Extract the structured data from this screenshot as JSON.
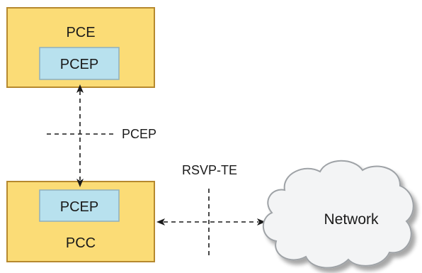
{
  "pce_box": {
    "title": "PCE",
    "inner_label": "PCEP"
  },
  "pcc_box": {
    "title": "PCC",
    "inner_label": "PCEP"
  },
  "pcep_link_label": "PCEP",
  "rsvp_link_label": "RSVP-TE",
  "network_label": "Network",
  "colors": {
    "node_fill": "#fbdc76",
    "node_stroke": "#b6892e",
    "module_fill": "#b8e1ee",
    "module_stroke": "#8fb0bd",
    "cloud_fill": "#f3f4f5",
    "cloud_stroke": "#9ea2a6",
    "line": "#1a1a1a"
  }
}
